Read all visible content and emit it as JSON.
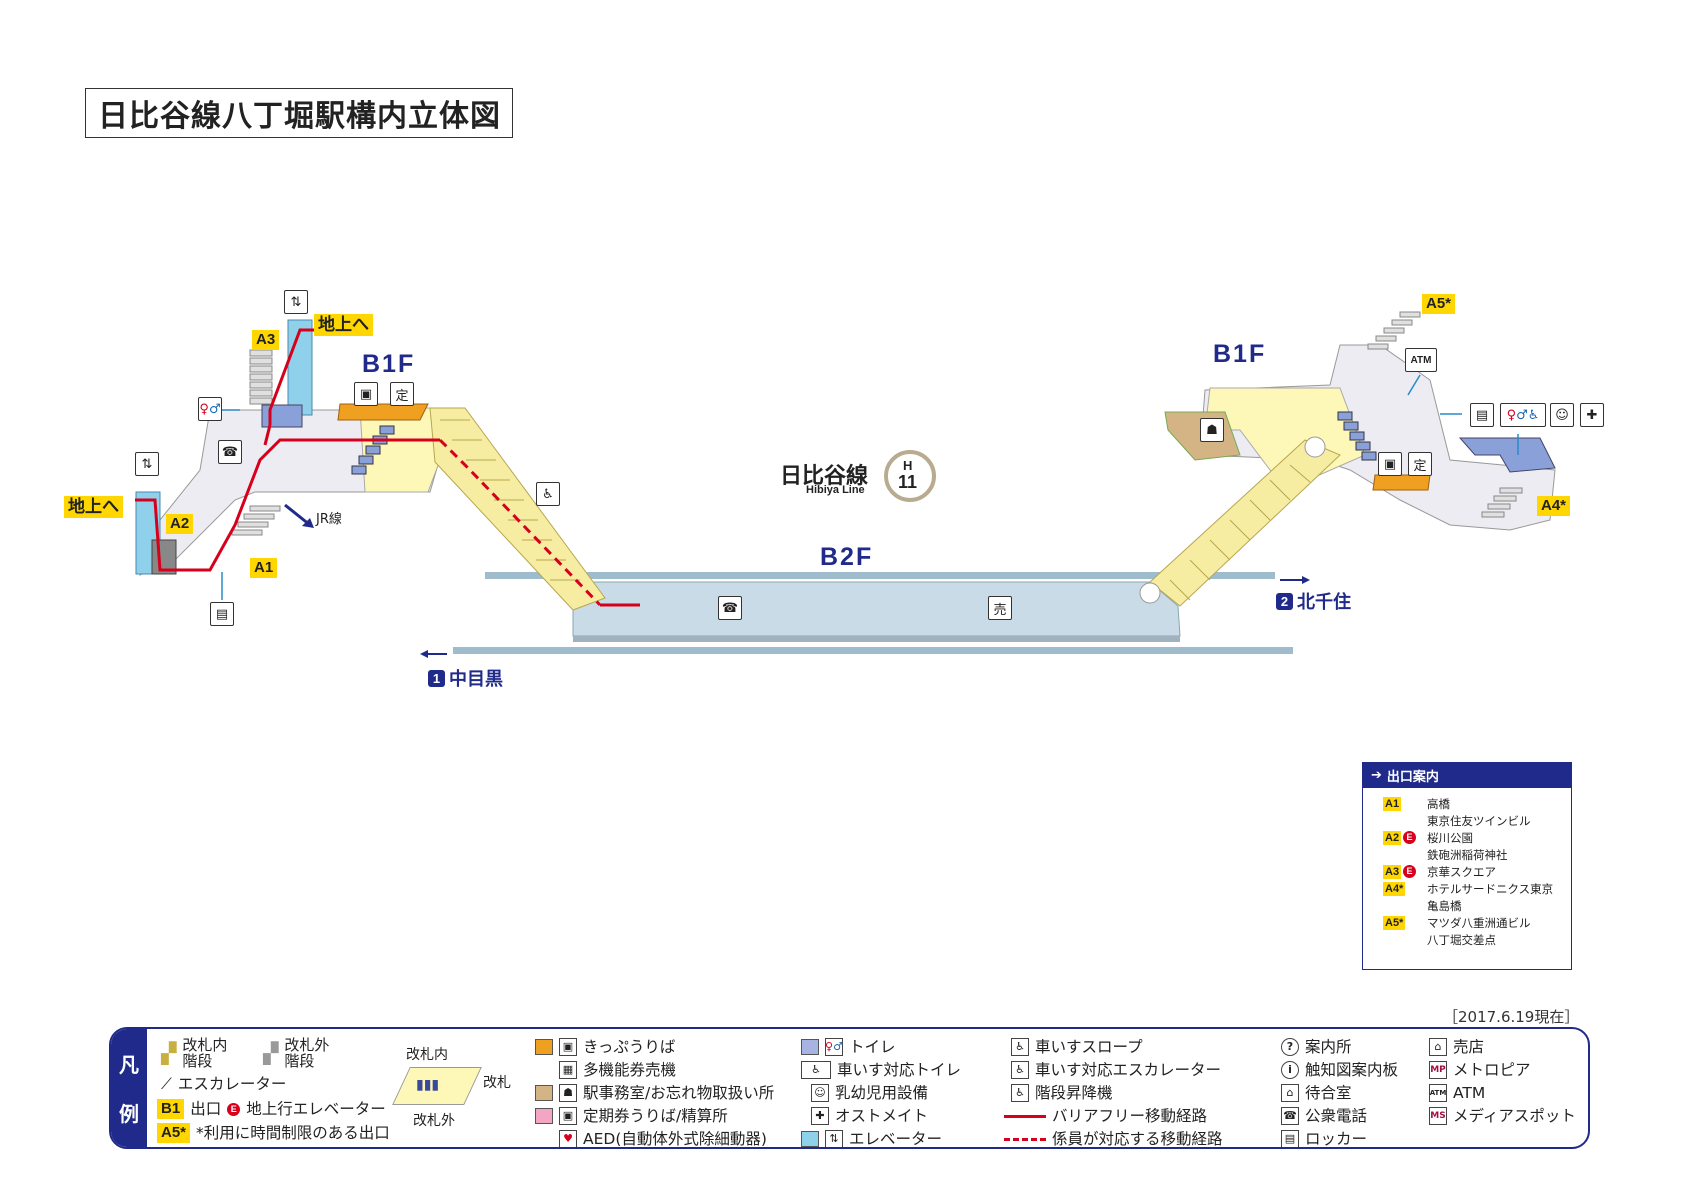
{
  "title": "日比谷線八丁堀駅構内立体図",
  "line": {
    "name_ja": "日比谷線",
    "name_en": "Hibiya Line",
    "code_letter": "H",
    "code_number": "11"
  },
  "floors": {
    "b1f_left": "B1F",
    "b1f_right": "B1F",
    "b2f": "B2F"
  },
  "exits": {
    "a1": "A1",
    "a2": "A2",
    "a3": "A3",
    "a4": "A4*",
    "a5": "A5*"
  },
  "ground_label": "地上へ",
  "jr_label": "JR線",
  "directions": {
    "north": {
      "num": "2",
      "label": "北千住"
    },
    "south": {
      "num": "1",
      "label": "中目黒"
    }
  },
  "icons": {
    "atm": "ATM",
    "fixed": "定",
    "sale": "売",
    "phone": "☎"
  },
  "colors": {
    "line_blue": "#1f2a8a",
    "route_red": "#d6001c",
    "exit_yellow": "#ffd600",
    "ticket_orange": "#f0a020",
    "b1f_yellow": "#fdf7b8",
    "concourse_gray": "#ececf2",
    "platform_blue": "#c9dbe6"
  },
  "exit_guide": {
    "heading": "出口案内",
    "rows": [
      {
        "tag": "A1",
        "e": false,
        "lines": [
          "高橋",
          "東京住友ツインビル"
        ]
      },
      {
        "tag": "A2",
        "e": true,
        "lines": [
          "桜川公園",
          "鉄砲洲稲荷神社"
        ]
      },
      {
        "tag": "A3",
        "e": true,
        "lines": [
          "京華スクエア"
        ]
      },
      {
        "tag": "A4*",
        "e": false,
        "lines": [
          "ホテルサードニクス東京",
          "亀島橋"
        ]
      },
      {
        "tag": "A5*",
        "e": false,
        "lines": [
          "マツダ八重洲通ビル",
          "八丁堀交差点"
        ]
      }
    ]
  },
  "date": "［2017.6.19現在］",
  "legend": {
    "side": [
      "凡",
      "例"
    ],
    "stairs_in": "改札内\n階段",
    "stairs_out": "改札外\n階段",
    "escalator": "エスカレーター",
    "exit_tag": "B1",
    "exit": "出口",
    "e_badge": "E",
    "ground_elevator": "地上行エレベーター",
    "limited_tag": "A5*",
    "limited": "*利用に時間制限のある出口",
    "gate_in": "改札内",
    "gate": "改札",
    "gate_out": "改札外",
    "ticket": "きっぷうりば",
    "multi_ticket": "多機能券売機",
    "station_office": "駅事務室/お忘れ物取扱い所",
    "commuter": "定期券うりば/精算所",
    "aed": "AED(自動体外式除細動器)",
    "toilet": "トイレ",
    "wheel_toilet": "車いす対応トイレ",
    "baby": "乳幼児用設備",
    "ostomate": "オストメイト",
    "elevator": "エレベーター",
    "slope": "車いすスロープ",
    "wheel_escalator": "車いす対応エスカレーター",
    "stair_lift": "階段昇降機",
    "barrier_free": "バリアフリー移動経路",
    "staff_route": "係員が対応する移動経路",
    "info": "案内所",
    "tactile": "触知図案内板",
    "waiting": "待合室",
    "phone": "公衆電話",
    "locker": "ロッカー",
    "kiosk": "売店",
    "metropia": "メトロピア",
    "atm": "ATM",
    "media": "メディアスポット",
    "ic_info": "?",
    "ic_tactile": "i",
    "ic_mp": "MP",
    "ic_ms": "MS",
    "ic_atm": "ATM"
  }
}
